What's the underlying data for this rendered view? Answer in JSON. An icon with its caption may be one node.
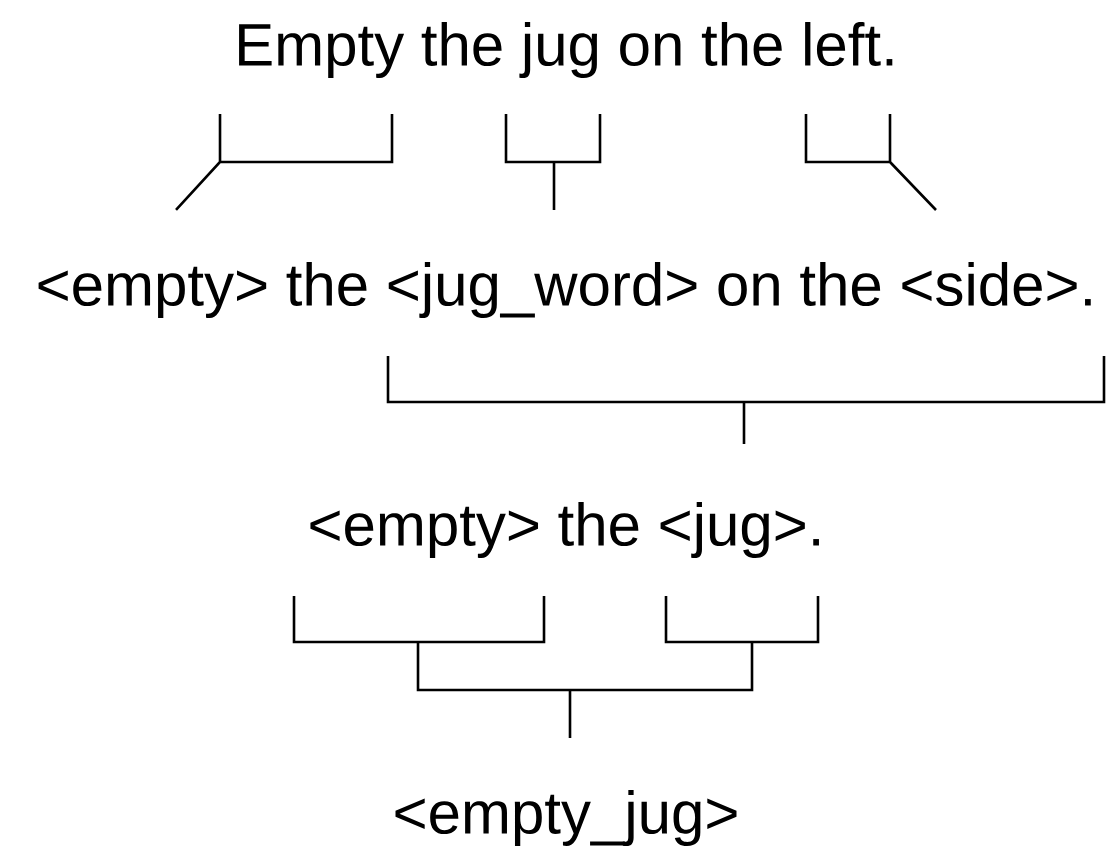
{
  "diagram": {
    "nodes": [
      {
        "text": [
          "Empty the jug on the left."
        ]
      },
      {
        "text": [
          "<empty> the <jug_word> on the <side>."
        ]
      },
      {
        "text": [
          "<empty> the <jug>."
        ]
      },
      {
        "text": [
          "<empty_jug>"
        ]
      }
    ],
    "edges": [
      {
        "from": 0,
        "to": 1,
        "arrow": "none"
      },
      {
        "from": 0,
        "to": 1,
        "arrow": "none"
      },
      {
        "from": 0,
        "to": 1,
        "arrow": "none"
      },
      {
        "from": 1,
        "to": 2,
        "arrow": "none"
      },
      {
        "from": 2,
        "to": 3,
        "arrow": "none"
      }
    ]
  }
}
